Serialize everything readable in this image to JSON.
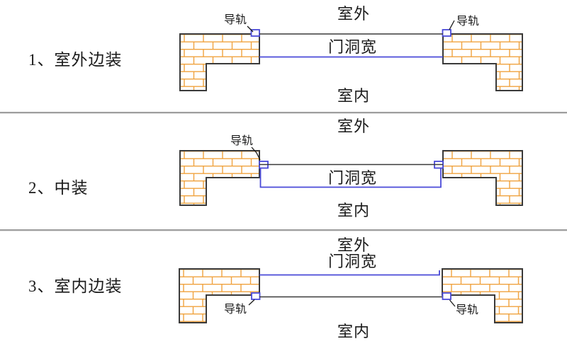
{
  "diagram_title": "sliding-door track installation positions",
  "colors": {
    "brick_line": "#f0a23e",
    "wall_outline": "#3a3a3a",
    "track_blue": "#4a4ad8",
    "separator_gray": "#9e9e9e",
    "text": "#1a1a1a",
    "background": "#ffffff"
  },
  "sections": [
    {
      "id": 1,
      "label": "1、室外边装",
      "outdoor": "室外",
      "door_width": "门洞宽",
      "indoor": "室内",
      "track_labels": [
        "导轨",
        "导轨"
      ],
      "track_position": "outdoor-edge"
    },
    {
      "id": 2,
      "label": "2、中装",
      "outdoor": "室外",
      "door_width": "门洞宽",
      "indoor": "室内",
      "track_labels": [
        "导轨"
      ],
      "track_position": "middle"
    },
    {
      "id": 3,
      "label": "3、室内边装",
      "outdoor": "室外",
      "door_width": "门洞宽",
      "indoor": "室内",
      "track_labels": [
        "导轨",
        "导轨"
      ],
      "track_position": "indoor-edge"
    }
  ]
}
